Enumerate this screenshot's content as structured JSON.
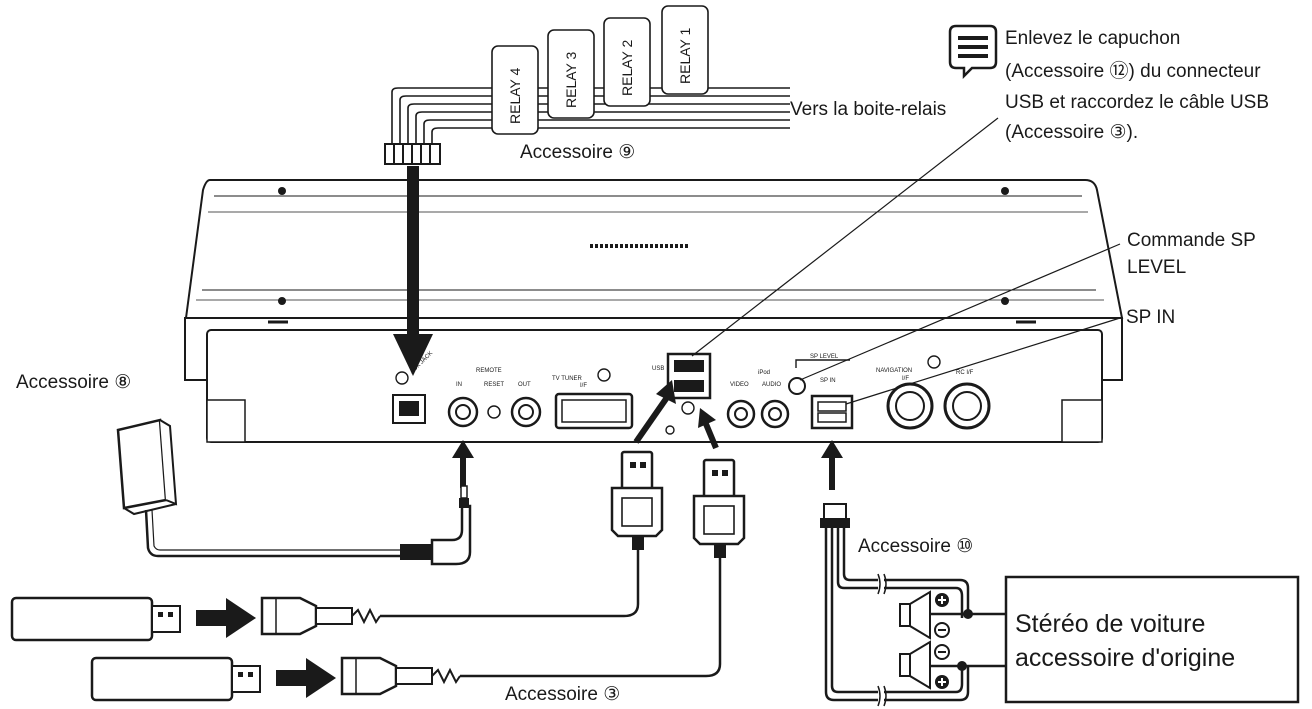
{
  "labels": {
    "relay1": "RELAY 1",
    "relay2": "RELAY 2",
    "relay3": "RELAY 3",
    "relay4": "RELAY 4",
    "vers_boite": "Vers la boite-relais",
    "acc9": "Accessoire ⑨",
    "acc8": "Accessoire ⑧",
    "acc10": "Accessoire ⑩",
    "acc3": "Accessoire ③",
    "usb_note": [
      "Enlevez le capuchon",
      "(Accessoire ⑫) du connecteur",
      "USB et raccordez le câble USB",
      "(Accessoire ③)."
    ],
    "sp_level": [
      "Commande SP",
      "LEVEL"
    ],
    "sp_in": "SP IN",
    "stereo": [
      "Stéréo de voiture",
      "accessoire d'origine"
    ]
  },
  "panel_text": {
    "aux_jack": "AUX JACK",
    "remote": "REMOTE",
    "remote_in": "IN",
    "remote_reset": "RESET",
    "remote_out": "OUT",
    "tv_tuner": "TV TUNER",
    "tv_tuner_sub": "I/F",
    "usb": "USB",
    "ipod": "iPod",
    "video": "VIDEO",
    "audio": "AUDIO",
    "sp_level_panel": "SP LEVEL",
    "sp_in_panel": "SP IN",
    "navigation": "NAVIGATION",
    "navigation_sub": "I/F",
    "rc_if": "RC I/F"
  },
  "icons": {
    "note_icon": "speech-bubble-note-icon"
  }
}
